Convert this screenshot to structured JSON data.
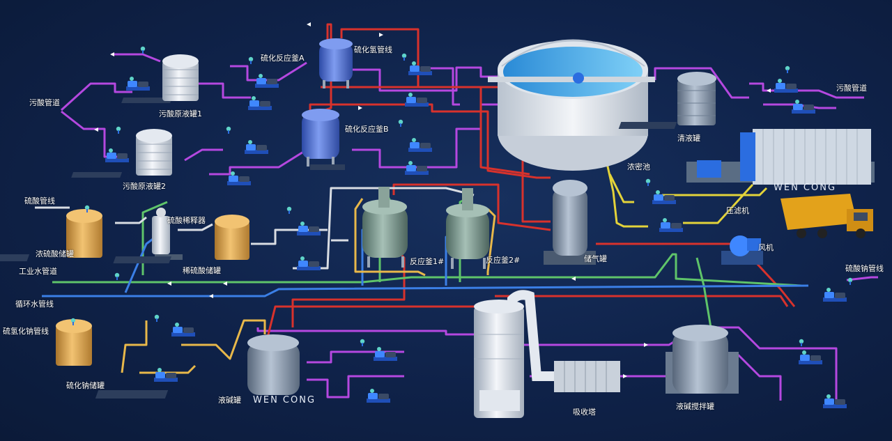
{
  "labels": {
    "waste_acid_pipe_left": "污酸管道",
    "waste_acid_tank1": "污酸原液罐1",
    "waste_acid_tank2": "污酸原液罐2",
    "sulfur_reactor_a": "硫化反应釜A",
    "h2s_pipeline": "硫化氢管线",
    "sulfur_reactor_b": "硫化反应釜B",
    "waste_acid_pipe_right": "污酸管道",
    "clear_liquid_tank": "清液罐",
    "thickener": "浓密池",
    "filter_press": "压滤机",
    "sulfuric_pipeline": "硫酸管线",
    "conc_sulfuric_tank": "浓硫酸储罐",
    "acid_diluter": "硫酸稀释器",
    "dilute_sulfuric_tank": "稀硫酸储罐",
    "reactor_1": "反应釜1#",
    "reactor_2": "反应釜2#",
    "gas_storage_tank": "储气罐",
    "fan": "风机",
    "industrial_water_pipe": "工业水管道",
    "sodium_sulfide_pipeline_right": "硫酸钠管线",
    "circulating_water_pipe": "循环水管线",
    "nahs_pipeline": "硫氢化钠管线",
    "sodium_sulfide_tank": "硫化钠储罐",
    "lye_tank": "液碱罐",
    "absorption_tower": "吸收塔",
    "lye_mixing_tank": "液碱搅拌罐"
  },
  "watermarks": {
    "brand_top": "WEN CONG",
    "brand_bottom": "WEN CONG"
  },
  "colors": {
    "background": "#0f2249",
    "pipe_waste_acid": "#b548e0",
    "pipe_h2s": "#d8322c",
    "pipe_industrial_water": "#5fc46a",
    "pipe_circulating_water": "#3b7fe6",
    "pipe_acid": "#ffffff",
    "pipe_sulfide": "#e8b84a",
    "pipe_lye": "#b548e0",
    "pipe_yellow": "#e3d33a",
    "tank_white": "#e6ebf2",
    "tank_orange": "#e0a94e",
    "tank_steel": "#8e9fb4",
    "tank_blue": "#4b6fd6",
    "pump_blue": "#2b6de0"
  },
  "icons": {
    "pump": "centrifugal-pump-icon",
    "valve": "valve-icon",
    "tank": "storage-tank-icon",
    "reactor": "reactor-vessel-icon",
    "truck": "dump-truck-icon",
    "fan": "blower-fan-icon"
  }
}
